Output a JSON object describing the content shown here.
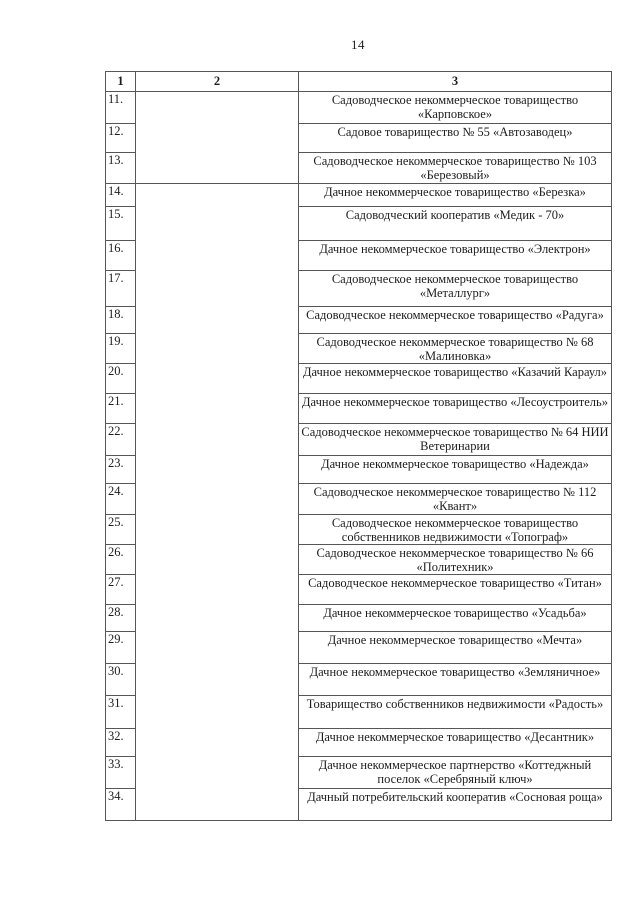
{
  "page": {
    "number": "14"
  },
  "table": {
    "headers": [
      "1",
      "2",
      "3"
    ],
    "rows": [
      {
        "num": "11.",
        "col2": "",
        "name": "Садоводческое некоммерческое товарищество «Карповское»"
      },
      {
        "num": "12.",
        "col2": "",
        "name": "Садовое товарищество № 55 «Автозаводец»"
      },
      {
        "num": "13.",
        "col2": "",
        "name": "Садоводческое некоммерческое товарищество № 103 «Березовый»"
      },
      {
        "num": "14.",
        "col2": "",
        "name": "Дачное некоммерческое товарищество «Березка»"
      },
      {
        "num": "15.",
        "col2": "",
        "name": "Садоводческий кооператив «Медик - 70»"
      },
      {
        "num": "16.",
        "col2": "",
        "name": "Дачное некоммерческое товарищество «Электрон»"
      },
      {
        "num": "17.",
        "col2": "",
        "name": "Садоводческое некоммерческое товарищество «Металлург»"
      },
      {
        "num": "18.",
        "col2": "",
        "name": "Садоводческое некоммерческое товарищество «Радуга»"
      },
      {
        "num": "19.",
        "col2": "",
        "name": "Садоводческое некоммерческое товарищество № 68 «Малиновка»"
      },
      {
        "num": "20.",
        "col2": "",
        "name": "Дачное некоммерческое товарищество «Казачий Караул»"
      },
      {
        "num": "21.",
        "col2": "",
        "name": "Дачное некоммерческое товарищество «Лесоустроитель»"
      },
      {
        "num": "22.",
        "col2": "",
        "name": "Садоводческое некоммерческое товарищество № 64 НИИ Ветеринарии"
      },
      {
        "num": "23.",
        "col2": "",
        "name": "Дачное некоммерческое товарищество «Надежда»"
      },
      {
        "num": "24.",
        "col2": "",
        "name": "Садоводческое некоммерческое товарищество № 112 «Квант»"
      },
      {
        "num": "25.",
        "col2": "",
        "name": "Садоводческое некоммерческое товарищество собственников недвижимости «Топограф»"
      },
      {
        "num": "26.",
        "col2": "",
        "name": "Садоводческое некоммерческое товарищество № 66 «Политехник»"
      },
      {
        "num": "27.",
        "col2": "",
        "name": "Садоводческое некоммерческое товарищество «Титан»"
      },
      {
        "num": "28.",
        "col2": "",
        "name": "Дачное некоммерческое товарищество «Усадьба»"
      },
      {
        "num": "29.",
        "col2": "",
        "name": "Дачное некоммерческое товарищество «Мечта»"
      },
      {
        "num": "30.",
        "col2": "",
        "name": "Дачное некоммерческое товарищество «Земляничное»"
      },
      {
        "num": "31.",
        "col2": "",
        "name": "Товарищество собственников недвижимости «Радость»"
      },
      {
        "num": "32.",
        "col2": "",
        "name": "Дачное некоммерческое товарищество «Десантник»"
      },
      {
        "num": "33.",
        "col2": "",
        "name": "Дачное некоммерческое партнерство «Коттеджный поселок «Серебряный ключ»"
      },
      {
        "num": "34.",
        "col2": "",
        "name": "Дачный потребительский кооператив «Сосновая роща»"
      }
    ]
  }
}
